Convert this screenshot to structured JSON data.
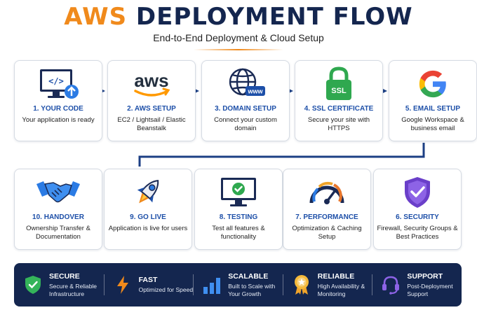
{
  "title": {
    "highlight": "AWS",
    "rest": "DEPLOYMENT FLOW"
  },
  "subtitle": "End-to-End Deployment & Cloud Setup",
  "steps": [
    {
      "title": "1. YOUR CODE",
      "desc": "Your application is ready",
      "icon": "code-monitor-upload-icon"
    },
    {
      "title": "2. AWS SETUP",
      "desc": "EC2 / Lightsail / Elastic Beanstalk",
      "icon": "aws-logo-icon",
      "logo_text": "aws"
    },
    {
      "title": "3. DOMAIN SETUP",
      "desc": "Connect your custom domain",
      "icon": "globe-www-icon",
      "badge": "www"
    },
    {
      "title": "4. SSL CERTIFICATE",
      "desc": "Secure your site with HTTPS",
      "icon": "padlock-ssl-icon",
      "badge": "SSL"
    },
    {
      "title": "5. EMAIL SETUP",
      "desc": "Google Workspace & business email",
      "icon": "google-logo-icon"
    },
    {
      "title": "6. SECURITY",
      "desc": "Firewall, Security Groups & Best Practices",
      "icon": "shield-check-icon"
    },
    {
      "title": "7. PERFORMANCE",
      "desc": "Optimization & Caching Setup",
      "icon": "speedometer-icon"
    },
    {
      "title": "8. TESTING",
      "desc": "Test all features & functionality",
      "icon": "monitor-check-icon"
    },
    {
      "title": "9. GO LIVE",
      "desc": "Application is live for users",
      "icon": "rocket-icon"
    },
    {
      "title": "10. HANDOVER",
      "desc": "Ownership Transfer & Documentation",
      "icon": "handshake-icon"
    }
  ],
  "features": [
    {
      "title": "SECURE",
      "desc": "Secure & Reliable Infrastructure",
      "icon": "shield-check-icon"
    },
    {
      "title": "FAST",
      "desc": "Optimized for Speed",
      "icon": "lightning-icon"
    },
    {
      "title": "SCALABLE",
      "desc": "Built to Scale with Your Growth",
      "icon": "bar-chart-icon"
    },
    {
      "title": "RELIABLE",
      "desc": "High Availability & Monitoring",
      "icon": "award-medal-icon"
    },
    {
      "title": "SUPPORT",
      "desc": "Post-Deployment Support",
      "icon": "headset-icon"
    }
  ],
  "colors": {
    "accent": "#f08a1c",
    "navy": "#14264f",
    "step_title": "#1d4fa8",
    "arrow": "#1c3f84"
  }
}
